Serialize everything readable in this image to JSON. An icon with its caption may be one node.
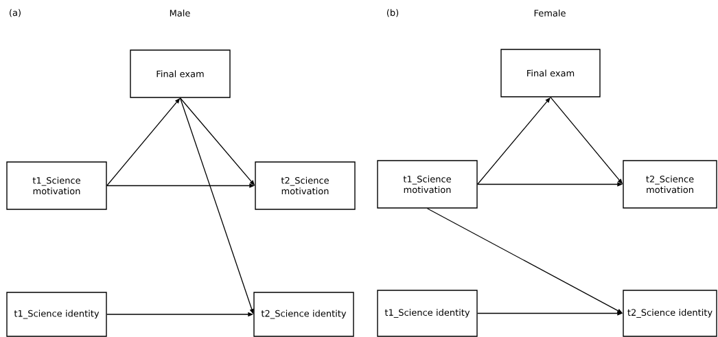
{
  "diagram": {
    "nodes": [
      {
        "text": [
          "Final exam"
        ]
      },
      {
        "text": [
          "t1_Science motivation"
        ]
      },
      {
        "text": [
          "t2_Science motivation"
        ]
      },
      {
        "text": [
          "t1_Science identity"
        ]
      },
      {
        "text": [
          "t2_Science identity"
        ]
      },
      {
        "text": [
          "Final exam"
        ]
      },
      {
        "text": [
          "t1_Science motivation"
        ]
      },
      {
        "text": [
          "t2_Science motivation"
        ]
      },
      {
        "text": [
          "t1_Science identity"
        ]
      },
      {
        "text": [
          "t2_Science identity"
        ]
      }
    ],
    "edges": [
      {
        "from": 1,
        "to": 0,
        "arrow": "to"
      },
      {
        "from": 0,
        "to": 2,
        "arrow": "to"
      },
      {
        "from": 1,
        "to": 2,
        "arrow": "to"
      },
      {
        "from": 0,
        "to": 4,
        "arrow": "to"
      },
      {
        "from": 3,
        "to": 4,
        "arrow": "to"
      },
      {
        "from": 6,
        "to": 5,
        "arrow": "to"
      },
      {
        "from": 5,
        "to": 7,
        "arrow": "to"
      },
      {
        "from": 6,
        "to": 7,
        "arrow": "to"
      },
      {
        "from": 6,
        "to": 9,
        "arrow": "to"
      },
      {
        "from": 8,
        "to": 9,
        "arrow": "to"
      }
    ],
    "labels": [
      "(a)",
      "Male",
      "(b)",
      "Female"
    ]
  }
}
